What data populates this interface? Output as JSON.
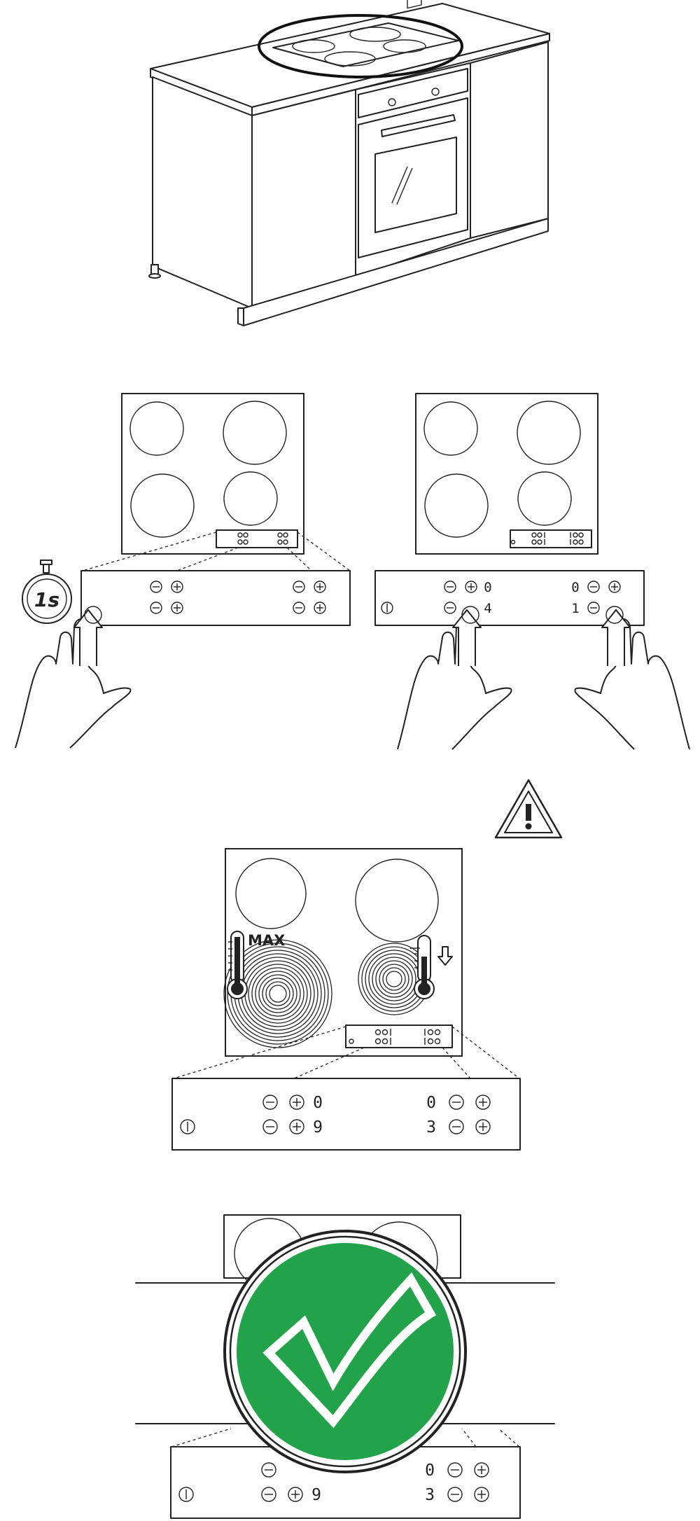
{
  "timer": {
    "label": "1s"
  },
  "max_label": "MAX",
  "panels": {
    "step2_right": {
      "top_left": "0",
      "top_right": "0",
      "bottom_left": "4",
      "bottom_right": "1"
    },
    "step3": {
      "top_left": "0",
      "top_right": "0",
      "bottom_left": "9",
      "bottom_right": "3"
    },
    "step4": {
      "top_right": "0",
      "bottom_left": "9",
      "bottom_right": "3"
    }
  },
  "icons": {
    "minus": "⊖",
    "plus": "⊕",
    "power": "power-icon",
    "warning": "warning-triangle-icon",
    "check": "check-mark-icon",
    "stopwatch": "stopwatch-icon"
  },
  "colors": {
    "check_green": "#22a34a",
    "ink": "#222222"
  }
}
